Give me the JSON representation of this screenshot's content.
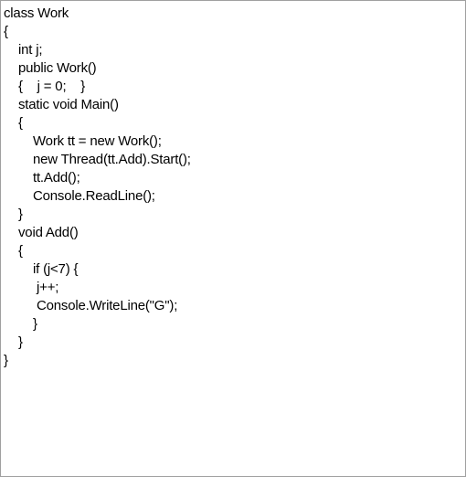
{
  "code": {
    "lines": [
      {
        "text": "class Work",
        "indent": 0
      },
      {
        "text": "{",
        "indent": 0
      },
      {
        "text": "int j;",
        "indent": 16
      },
      {
        "text": "public Work()",
        "indent": 16
      },
      {
        "text": "{    j = 0;    }",
        "indent": 16
      },
      {
        "text": "static void Main()",
        "indent": 16
      },
      {
        "text": "{",
        "indent": 16
      },
      {
        "text": "Work tt = new Work();",
        "indent": 32
      },
      {
        "text": "new Thread(tt.Add).Start();",
        "indent": 32
      },
      {
        "text": "tt.Add();",
        "indent": 32
      },
      {
        "text": "Console.ReadLine();",
        "indent": 32
      },
      {
        "text": "}",
        "indent": 16
      },
      {
        "text": "void Add()",
        "indent": 16
      },
      {
        "text": "{",
        "indent": 16
      },
      {
        "text": "if (j<7) {",
        "indent": 32
      },
      {
        "text": "j++;",
        "indent": 36
      },
      {
        "text": "Console.WriteLine(\"G\");",
        "indent": 36
      },
      {
        "text": "}",
        "indent": 32
      },
      {
        "text": "}",
        "indent": 16
      },
      {
        "text": "}",
        "indent": 0
      }
    ]
  }
}
